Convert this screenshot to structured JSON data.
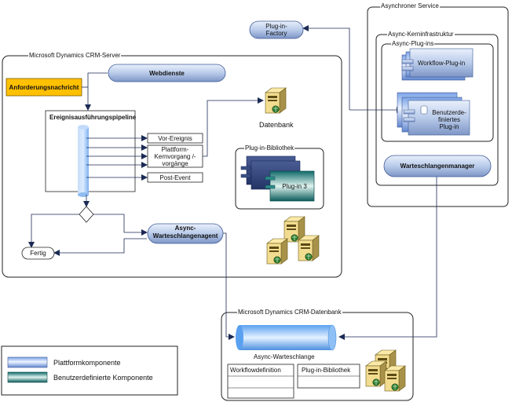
{
  "regions": {
    "crm_server": "Microsoft Dynamics CRM-Server",
    "async_service": "Asynchroner Service",
    "async_core": "Async-Kerninfrastruktur",
    "async_plugins": "Async-Plug-ins",
    "crm_database": "Microsoft Dynamics CRM-Datenbank",
    "plugin_library_group": "Plug-in-Bibliothek"
  },
  "nodes": {
    "request_message": "Anforderungsnachricht",
    "webservices": "Webdienste",
    "pipeline": "Ereignisausführungspipeline",
    "pre_event": "Vor-Ereignis",
    "platform_core_line1": "Plattform-",
    "platform_core_line2": "Kernvorgang /-",
    "platform_core_line3": "vorgänge",
    "post_event": "Post-Event",
    "database": "Datenbank",
    "async_queue_agent_line1": "Async-",
    "async_queue_agent_line2": "Warteschlangenagent",
    "done": "Fertig",
    "plugin_factory_line1": "Plug-in-",
    "plugin_factory_line2": "Factory",
    "workflow_plugin": "Workflow-Plug-in",
    "custom_plugin_line1": "Benutzerde-",
    "custom_plugin_line2": "finiertes",
    "custom_plugin_line3": "Plug-in",
    "queue_manager": "Warteschlangenmanager",
    "plugin3": "Plug-in 3",
    "async_queue": "Async-Warteschlange",
    "workflow_definition": "Workflowdefinition",
    "plugin_library_table": "Plug-in-Bibliothek"
  },
  "legend": {
    "platform_component": "Plattformkomponente",
    "custom_component": "Benutzerdefinierte Komponente"
  }
}
